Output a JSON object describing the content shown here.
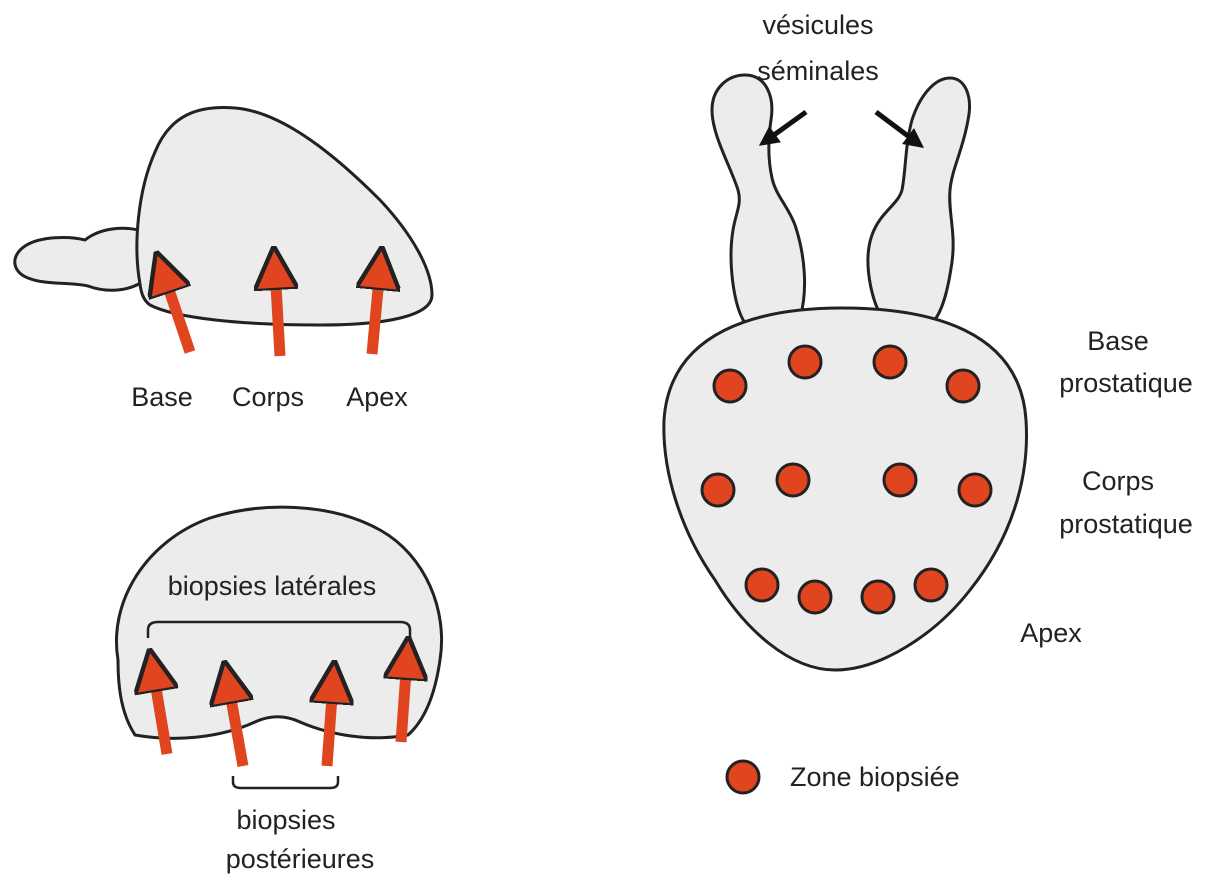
{
  "colors": {
    "organ_fill": "#ececec",
    "organ_stroke": "#222222",
    "arrow_red": "#e0451f",
    "biopsy_dot": "#e0451f",
    "text": "#222222"
  },
  "sagittal_view": {
    "labels": [
      "Base",
      "Corps",
      "Apex"
    ]
  },
  "transverse_view": {
    "lateral_label": "biopsies latérales",
    "posterior_label_line1": "biopsies",
    "posterior_label_line2": "postérieures"
  },
  "coronal_view": {
    "vesicles_label_line1": "vésicules",
    "vesicles_label_line2": "séminales",
    "zones": [
      {
        "line1": "Base",
        "line2": "prostatique"
      },
      {
        "line1": "Corps",
        "line2": "prostatique"
      },
      {
        "line1": "Apex",
        "line2": ""
      }
    ],
    "biopsy_rows": [
      4,
      4,
      4
    ],
    "legend_label": "Zone biopsiée",
    "legend_icon": "filled-circle"
  }
}
